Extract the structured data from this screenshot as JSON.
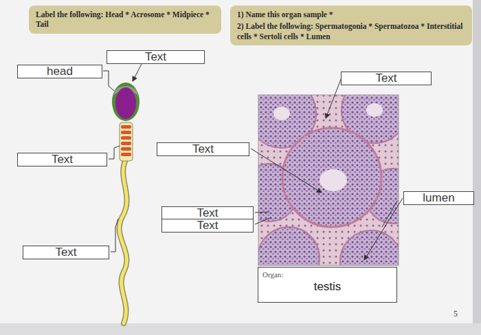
{
  "diagram": {
    "nodes": [
      {
        "text": [
          "Label the following: Head * Acrosome * Midpiece * Tail"
        ]
      },
      {
        "text": [
          "1) Name this organ sample *",
          "2) Label the following: Spermatogonia * Spermatozoa * Interstitial cells * Sertoli cells * Lumen"
        ]
      },
      {
        "text": [
          "Text"
        ]
      },
      {
        "text": [
          "head"
        ]
      },
      {
        "text": [
          "Text"
        ]
      },
      {
        "text": [
          "Text"
        ]
      },
      {
        "text": [
          "Text"
        ]
      },
      {
        "text": [
          "lumen"
        ]
      },
      {
        "text": [
          "Text"
        ]
      },
      {
        "text": [
          "Text"
        ]
      },
      {
        "text": [
          "Text"
        ]
      },
      {
        "text": [
          "Organ:",
          "testis"
        ]
      }
    ],
    "edges": [],
    "labels": [
      "5"
    ]
  }
}
